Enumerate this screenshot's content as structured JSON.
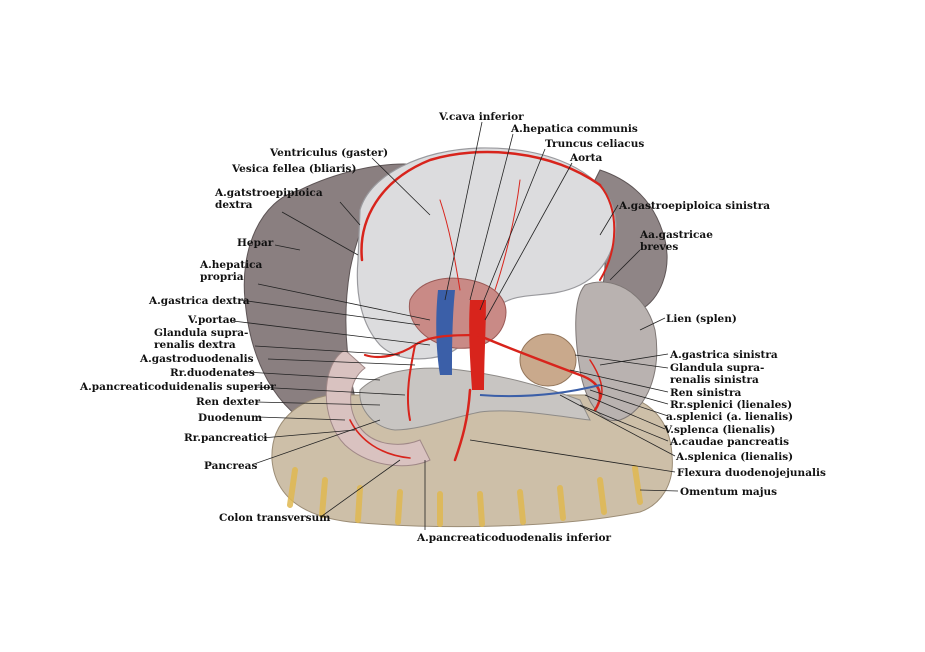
{
  "colors": {
    "background": "#ffffff",
    "stomach": "#dcdcde",
    "liver": "#8a7f80",
    "artery": "#d8241c",
    "vein": "#3b5fa8",
    "omentum": "#cdbfa8",
    "fat": "#e0b850",
    "spleen": "#b9b2b0",
    "kidney": "#c9a98c",
    "pancreas": "#c8c5c2",
    "leader": "#222222"
  },
  "labels": {
    "vcava": "V.cava inferior",
    "ahcommunis": "A.hepatica communis",
    "truncus": "Truncus celiacus",
    "aorta": "Aorta",
    "ventriculus": "Ventriculus (gaster)",
    "vesica": "Vesica fellea (bliaris)",
    "agastroepi_dextra_1": "A.gatstroepiploica",
    "agastroepi_dextra_2": "dextra",
    "hepar": "Hepar",
    "ahpropria_1": "A.hepatica",
    "ahpropria_2": "propria",
    "agastrica_dextra": "A.gastrica dextra",
    "vportae": "V.portae",
    "glandula_dextra_1": "Glandula supra-",
    "glandula_dextra_2": "renalis dextra",
    "agastroduodenalis": "A.gastroduodenalis",
    "rrduodenates": "Rr.duodenates",
    "apancsuperior": "A.pancreaticoduidenalis superior",
    "rendexter": "Ren dexter",
    "duodenum": "Duodenum",
    "rrpancreatici": "Rr.pancreatici",
    "pancreas": "Pancreas",
    "colon": "Colon transversum",
    "apancinferior": "A.pancreaticoduodenalis inferior",
    "agastroepi_sinistra": "A.gastroepiploica sinistra",
    "aabreves_1": "Aa.gastricae",
    "aabreves_2": "breves",
    "lien": "Lien (splen)",
    "agastrica_sinistra": "A.gastrica sinistra",
    "glandula_sinistra_1": "Glandula supra-",
    "glandula_sinistra_2": "renalis sinistra",
    "rensinistra": "Ren sinistra",
    "rrsplenici": "Rr.splenici (lienales)",
    "asplenici": "a.splenici (a. lienalis)",
    "vsplenca": "V.splenca (lienalis)",
    "acaudae": "A.caudae pancreatis",
    "asplenica": "A.splenica (lienalis)",
    "flexura": "Flexura duodenojejunalis",
    "omentum": "Omentum majus"
  }
}
